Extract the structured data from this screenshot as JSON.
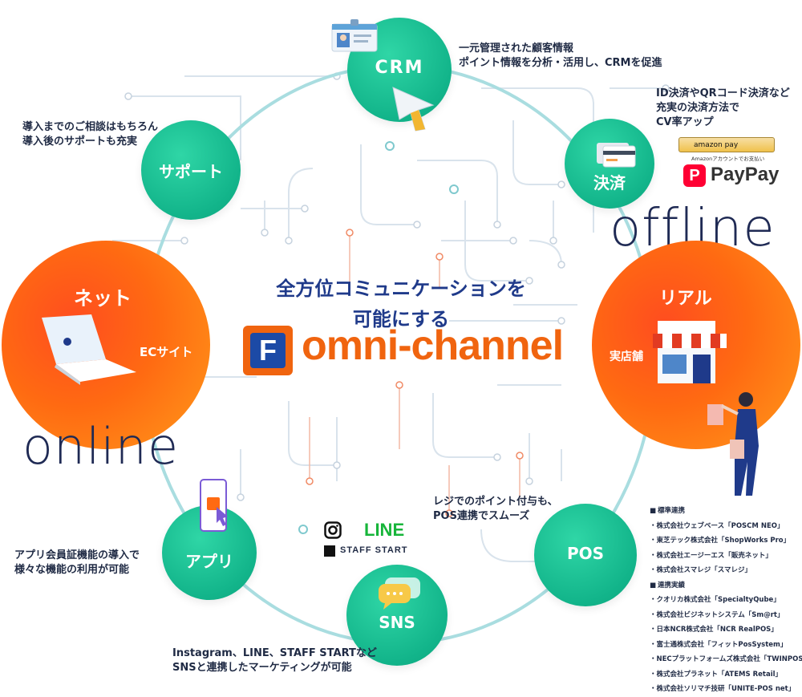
{
  "center": {
    "title_line1": "全方位コミュニケーションを",
    "title_line2": "可能にする",
    "logo_letter": "F",
    "logo_text": "omni-channel"
  },
  "nodes": {
    "crm": "CRM",
    "payment": "決済",
    "support": "サポート",
    "app": "アプリ",
    "sns": "SNS",
    "pos": "POS"
  },
  "big_nodes": {
    "net": {
      "title": "ネット",
      "sub": "ECサイト"
    },
    "real": {
      "title": "リアル",
      "sub": "実店舗"
    }
  },
  "script_words": {
    "offline": "offline",
    "online": "online"
  },
  "notes": {
    "crm": [
      "一元管理された顧客情報",
      "ポイント情報を分析・活用し、CRMを促進"
    ],
    "payment": [
      "ID決済やQRコード決済など",
      "充実の決済方法で",
      "CV率アップ"
    ],
    "support": [
      "導入までのご相談はもちろん",
      "導入後のサポートも充実"
    ],
    "app": [
      "アプリ会員証機能の導入で",
      "様々な機能の利用が可能"
    ],
    "sns": [
      "Instagram、LINE、STAFF STARTなど",
      "SNSと連携したマーケティングが可能"
    ],
    "pos": [
      "レジでのポイント付与も、",
      "POS連携でスムーズ"
    ]
  },
  "payment_logos": {
    "amazon_pay": "amazon pay",
    "amazon_pay_sub": "Amazonアカウントでお支払い",
    "paypay_mark": "P",
    "paypay": "PayPay"
  },
  "sns_logos": {
    "line": "LINE",
    "staff_start": "STAFF START"
  },
  "partners": {
    "standard_header": "標準連携",
    "standard": [
      "株式会社ウェブベース「POSCM NEO」",
      "東芝テック株式会社「ShopWorks Pro」",
      "株式会社エージーエス「販売ネット」",
      "株式会社スマレジ「スマレジ」"
    ],
    "record_header": "連携実績",
    "record": [
      "クオリカ株式会社「SpecialtyQube」",
      "株式会社ビジネットシステム「Sm@rt」",
      "日本NCR株式会社「NCR RealPOS」",
      "富士通株式会社「フィットPosSystem」",
      "NECプラットフォームズ株式会社「TWINPOS」",
      "株式会社プラネット「ATEMS Retail」",
      "株式会社ソリマチ技研「UNITE-POS net」"
    ]
  },
  "colors": {
    "teal": "#12b48a",
    "orange": "#ff6a12",
    "ring": "#a9dde0",
    "navy": "#1f2a44",
    "logo_orange": "#f0640f",
    "logo_blue": "#1c4aa6"
  },
  "icons": [
    "id-card-icon",
    "cursor-arrow-icon",
    "credit-card-icon",
    "laptop-icon",
    "store-icon",
    "smartphone-icon",
    "chat-bubble-icon",
    "instagram-icon",
    "shopper-woman-illustration"
  ]
}
